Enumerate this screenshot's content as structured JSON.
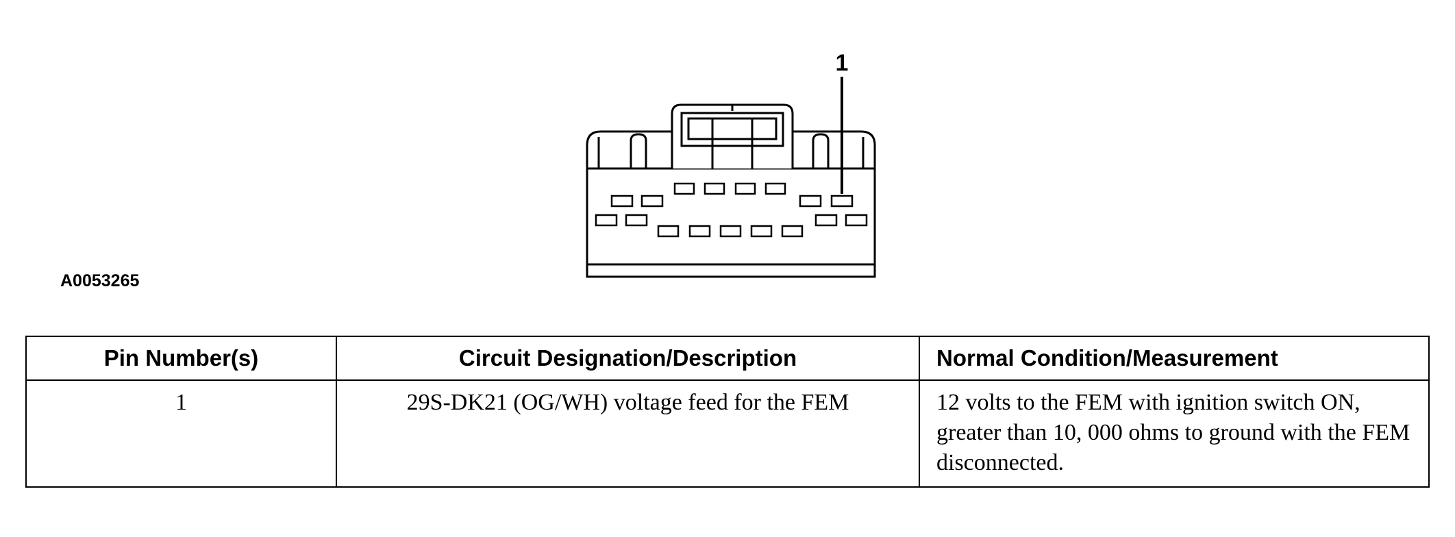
{
  "figure": {
    "pin_callout": "1",
    "figure_id": "A0053265"
  },
  "table": {
    "headers": {
      "pin": "Pin Number(s)",
      "circuit": "Circuit Designation/Description",
      "normal": "Normal Condition/Measurement"
    },
    "rows": [
      {
        "pin": "1",
        "circuit": "29S-DK21 (OG/WH) voltage feed for the FEM",
        "normal": "12 volts to the FEM with ignition switch ON, greater than 10, 000 ohms to ground with the FEM disconnected."
      }
    ]
  }
}
